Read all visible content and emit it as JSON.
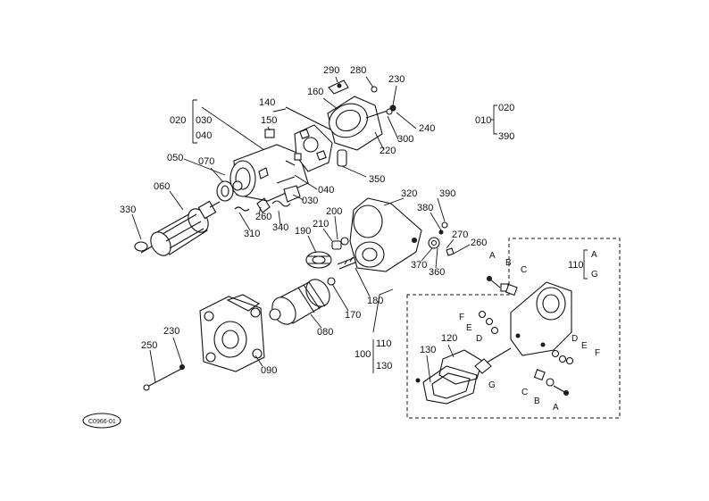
{
  "callouts": {
    "c010": "010",
    "c020": "020",
    "c030": "030",
    "c040": "040",
    "c050": "050",
    "c060": "060",
    "c070": "070",
    "c080": "080",
    "c090": "090",
    "c100": "100",
    "c110": "110",
    "c120": "120",
    "c130": "130",
    "c140": "140",
    "c150": "150",
    "c160": "160",
    "c170": "170",
    "c180": "180",
    "c190": "190",
    "c200": "200",
    "c210": "210",
    "c220": "220",
    "c230": "230",
    "c240": "240",
    "c250": "250",
    "c260": "260",
    "c270": "270",
    "c280": "280",
    "c290": "290",
    "c300": "300",
    "c310": "310",
    "c320": "320",
    "c330": "330",
    "c340": "340",
    "c350": "350",
    "c360": "360",
    "c370": "370",
    "c380": "380",
    "c390": "390"
  },
  "letters": {
    "A": "A",
    "B": "B",
    "C": "C",
    "D": "D",
    "E": "E",
    "F": "F",
    "G": "G"
  },
  "footer_code": "C0966-01"
}
